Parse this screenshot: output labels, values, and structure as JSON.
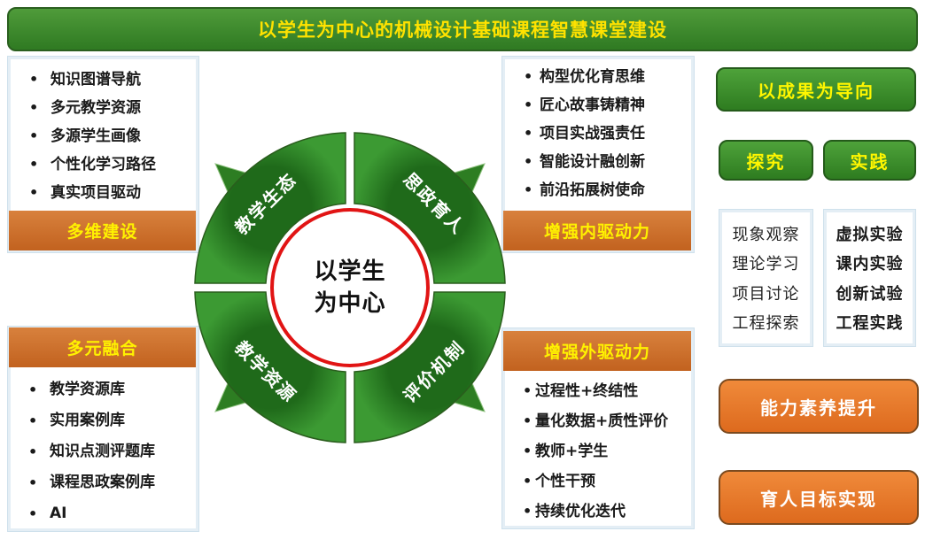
{
  "title": "以学生为中心的机械设计基础课程智慧课堂建设",
  "center": {
    "line1": "以学生",
    "line2": "为中心"
  },
  "segments": {
    "top_left": "教学生态",
    "top_right": "思政育人",
    "bottom_left": "教学资源",
    "bottom_right": "评价机制"
  },
  "panel_top_left": {
    "items": [
      "知识图谱导航",
      "多元教学资源",
      "多源学生画像",
      "个性化学习路径",
      "真实项目驱动"
    ],
    "footer": "多维建设"
  },
  "panel_top_right": {
    "items": [
      "构型优化育思维",
      "匠心故事铸精神",
      "项目实战强责任",
      "智能设计融创新",
      "前沿拓展树使命"
    ],
    "footer": "增强内驱动力"
  },
  "panel_bottom_left": {
    "header": "多元融合",
    "items": [
      "教学资源库",
      "实用案例库",
      "知识点测评题库",
      "课程思政案例库",
      "AI"
    ]
  },
  "panel_bottom_right": {
    "header": "增强外驱动力",
    "items": [
      "过程性+终结性",
      "量化数据+质性评价",
      "教师+学生",
      "个性干预",
      "持续优化迭代"
    ]
  },
  "right": {
    "outcome": "以成果为导向",
    "explore": "探究",
    "practice": "实践",
    "explore_items": [
      "现象观察",
      "理论学习",
      "项目讨论",
      "工程探索"
    ],
    "practice_items": [
      "虚拟实验",
      "课内实验",
      "创新试验",
      "工程实践"
    ],
    "ability": "能力素养提升",
    "goal": "育人目标实现"
  }
}
